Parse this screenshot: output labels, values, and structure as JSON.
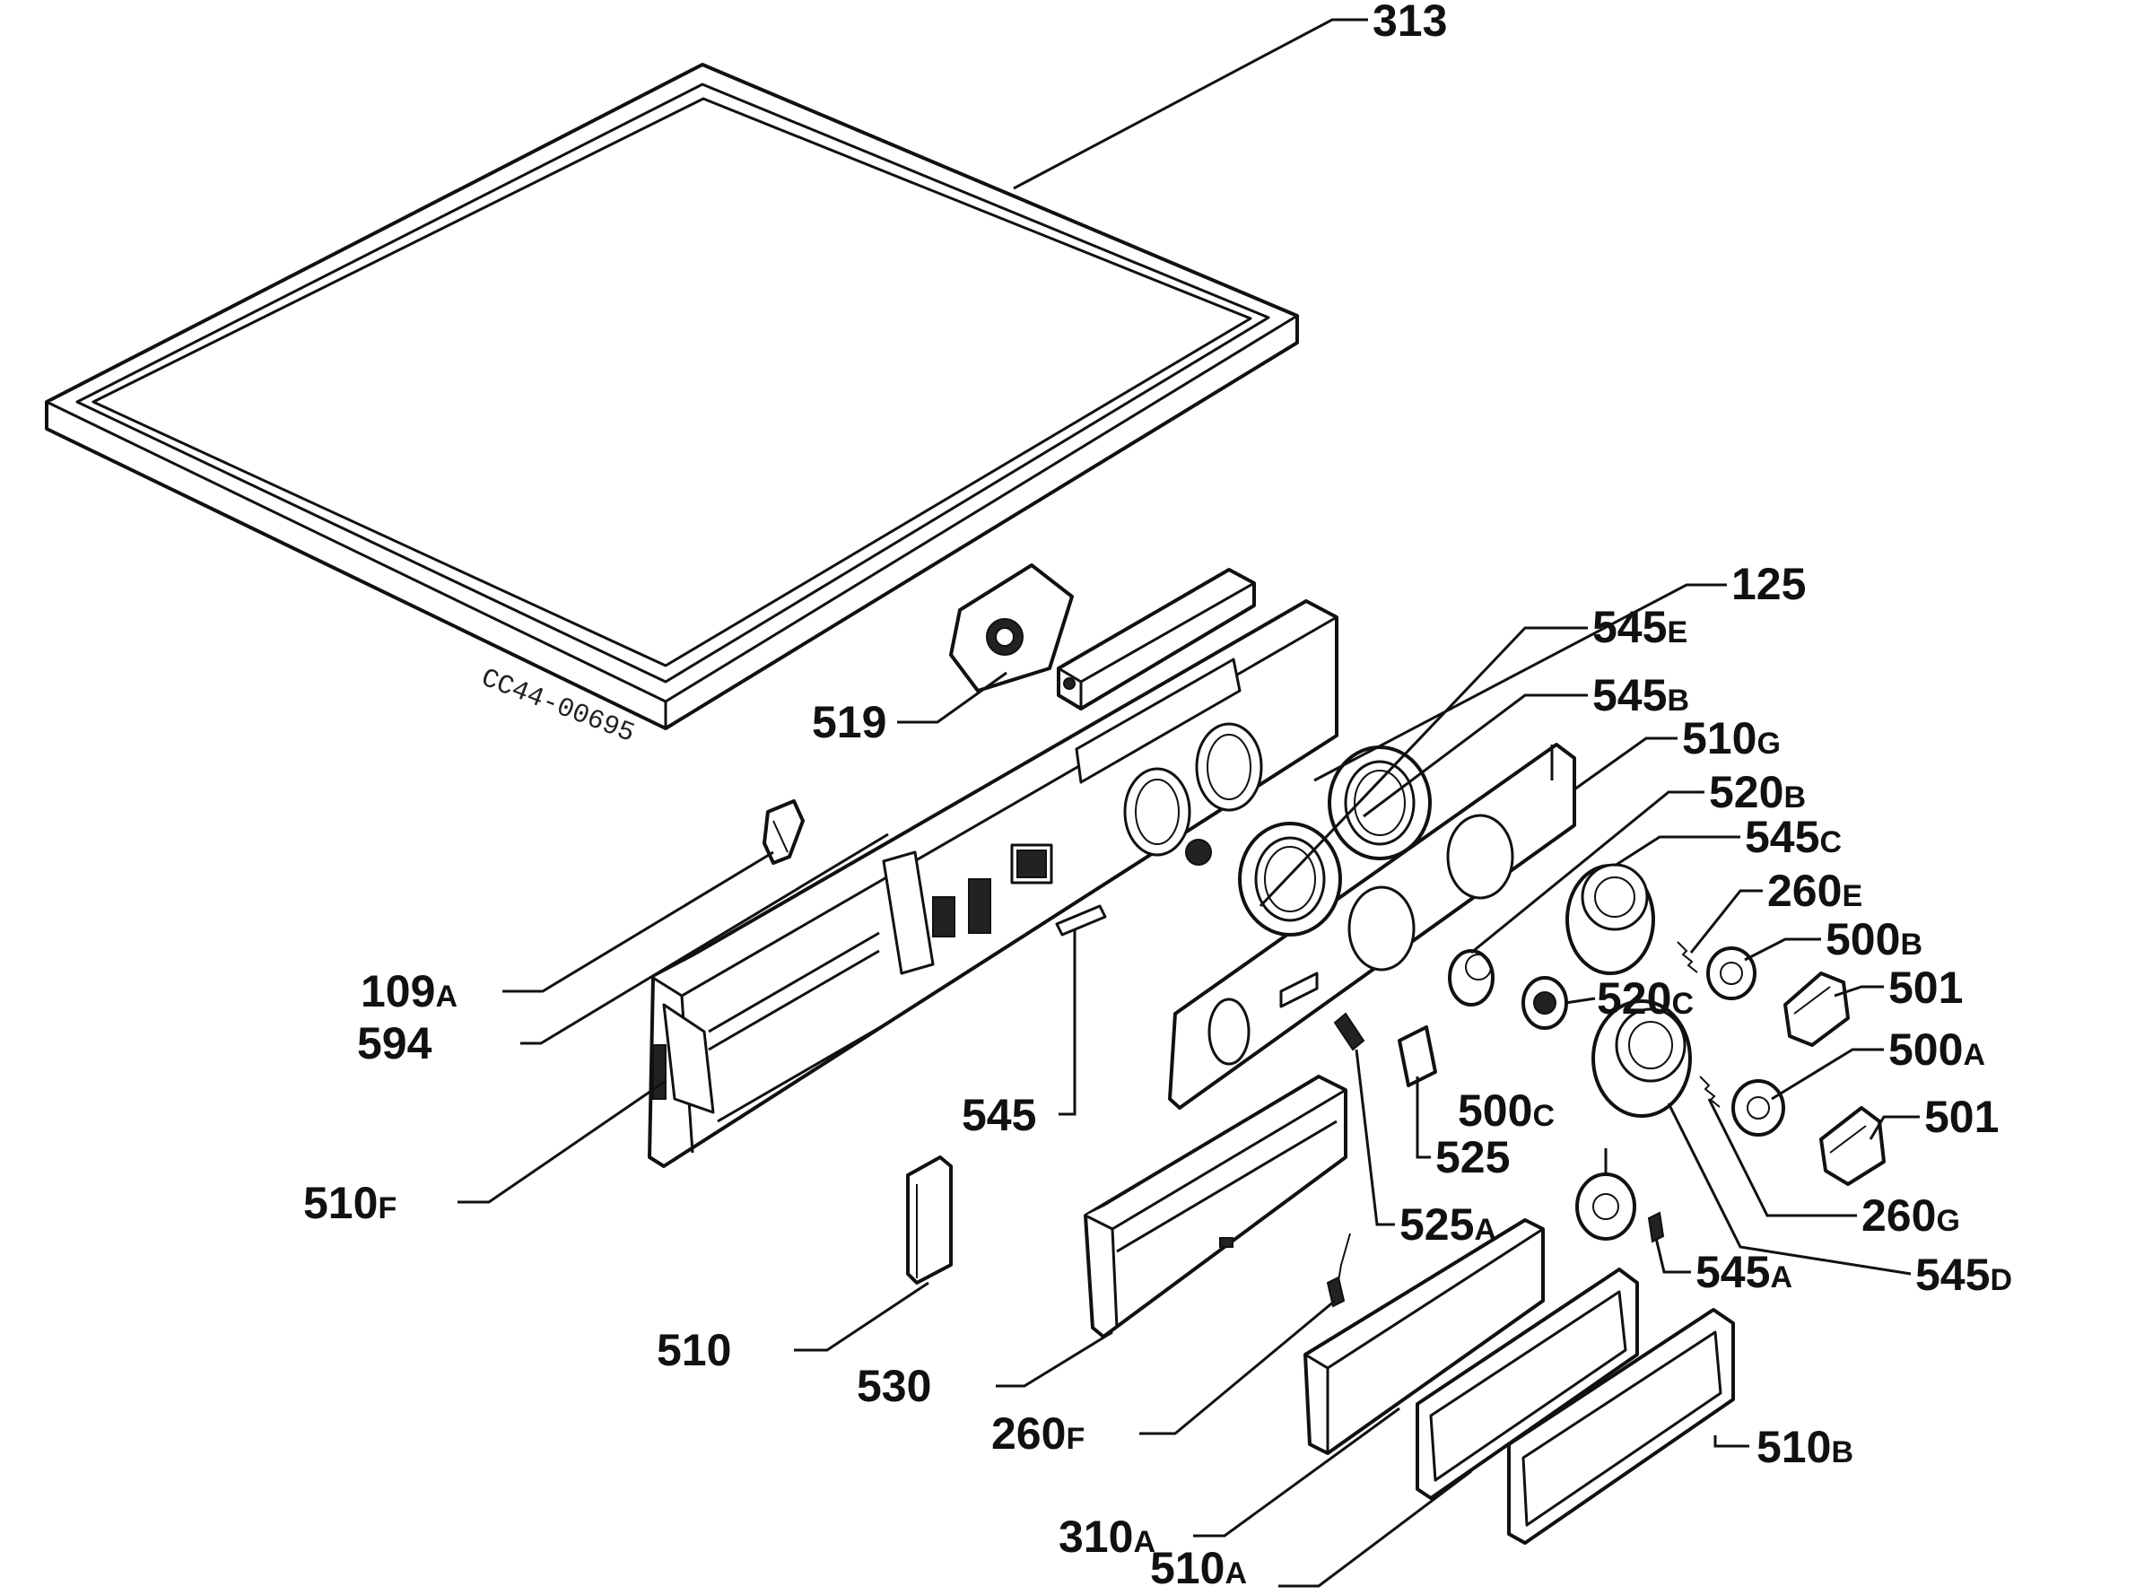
{
  "drawing_code": "CC44-00695",
  "labels": [
    {
      "id": "313",
      "num": "313",
      "sfx": ""
    },
    {
      "id": "125",
      "num": "125",
      "sfx": ""
    },
    {
      "id": "545e",
      "num": "545",
      "sfx": "E"
    },
    {
      "id": "545b",
      "num": "545",
      "sfx": "B"
    },
    {
      "id": "510g",
      "num": "510",
      "sfx": "G"
    },
    {
      "id": "520b",
      "num": "520",
      "sfx": "B"
    },
    {
      "id": "545c",
      "num": "545",
      "sfx": "C"
    },
    {
      "id": "260e",
      "num": "260",
      "sfx": "E"
    },
    {
      "id": "500b",
      "num": "500",
      "sfx": "B"
    },
    {
      "id": "501-top",
      "num": "501",
      "sfx": ""
    },
    {
      "id": "520c",
      "num": "520",
      "sfx": "C"
    },
    {
      "id": "500a",
      "num": "500",
      "sfx": "A"
    },
    {
      "id": "501-bottom",
      "num": "501",
      "sfx": ""
    },
    {
      "id": "500c",
      "num": "500",
      "sfx": "C"
    },
    {
      "id": "260g",
      "num": "260",
      "sfx": "G"
    },
    {
      "id": "545d",
      "num": "545",
      "sfx": "D"
    },
    {
      "id": "545a",
      "num": "545",
      "sfx": "A"
    },
    {
      "id": "525",
      "num": "525",
      "sfx": ""
    },
    {
      "id": "525a",
      "num": "525",
      "sfx": "A"
    },
    {
      "id": "519",
      "num": "519",
      "sfx": ""
    },
    {
      "id": "109a",
      "num": "109",
      "sfx": "A"
    },
    {
      "id": "594",
      "num": "594",
      "sfx": ""
    },
    {
      "id": "545",
      "num": "545",
      "sfx": ""
    },
    {
      "id": "510f",
      "num": "510",
      "sfx": "F"
    },
    {
      "id": "510",
      "num": "510",
      "sfx": ""
    },
    {
      "id": "530",
      "num": "530",
      "sfx": ""
    },
    {
      "id": "260f",
      "num": "260",
      "sfx": "F"
    },
    {
      "id": "310a",
      "num": "310",
      "sfx": "A"
    },
    {
      "id": "510a",
      "num": "510",
      "sfx": "A"
    },
    {
      "id": "510b",
      "num": "510",
      "sfx": "B"
    }
  ]
}
